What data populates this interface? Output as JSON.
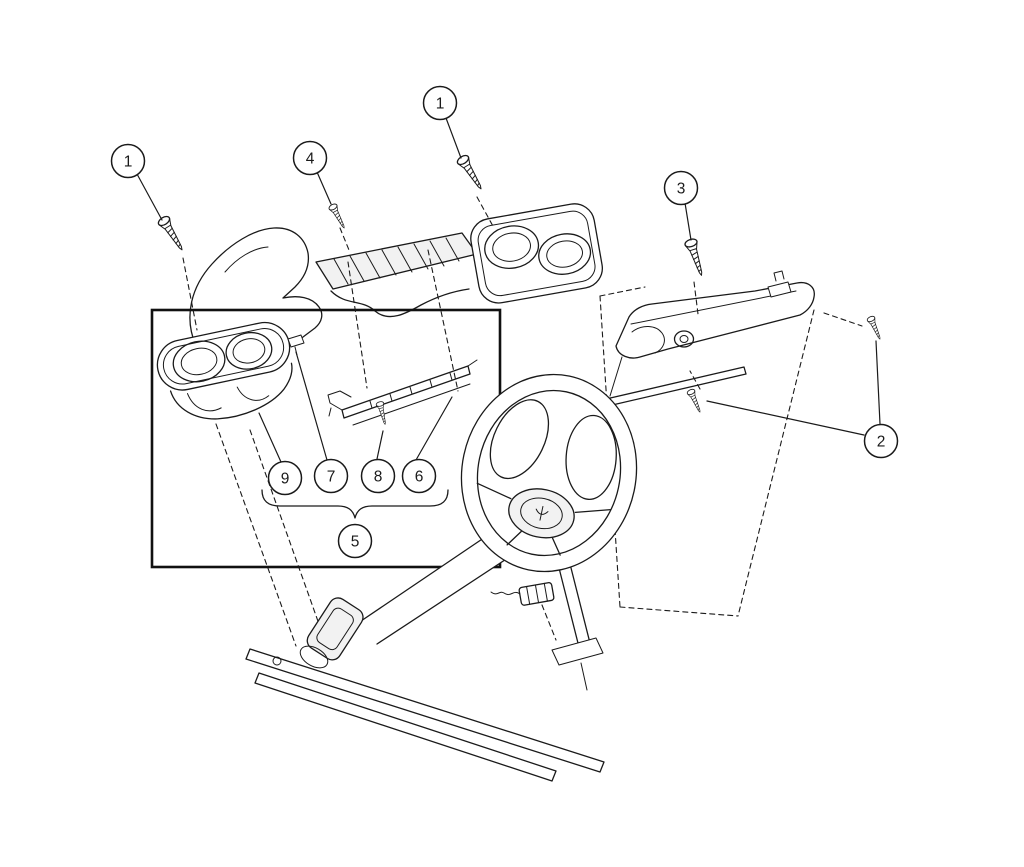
{
  "figure": {
    "background": "#ffffff",
    "ink": "#1a1a1a",
    "callouts": [
      {
        "name": "callout-1-upper-left",
        "label": "1"
      },
      {
        "name": "callout-1-top-center",
        "label": "1"
      },
      {
        "name": "callout-4",
        "label": "4"
      },
      {
        "name": "callout-3",
        "label": "3"
      },
      {
        "name": "callout-2",
        "label": "2"
      },
      {
        "name": "callout-9",
        "label": "9"
      },
      {
        "name": "callout-7",
        "label": "7"
      },
      {
        "name": "callout-8",
        "label": "8"
      },
      {
        "name": "callout-6",
        "label": "6"
      },
      {
        "name": "callout-5",
        "label": "5"
      }
    ]
  }
}
